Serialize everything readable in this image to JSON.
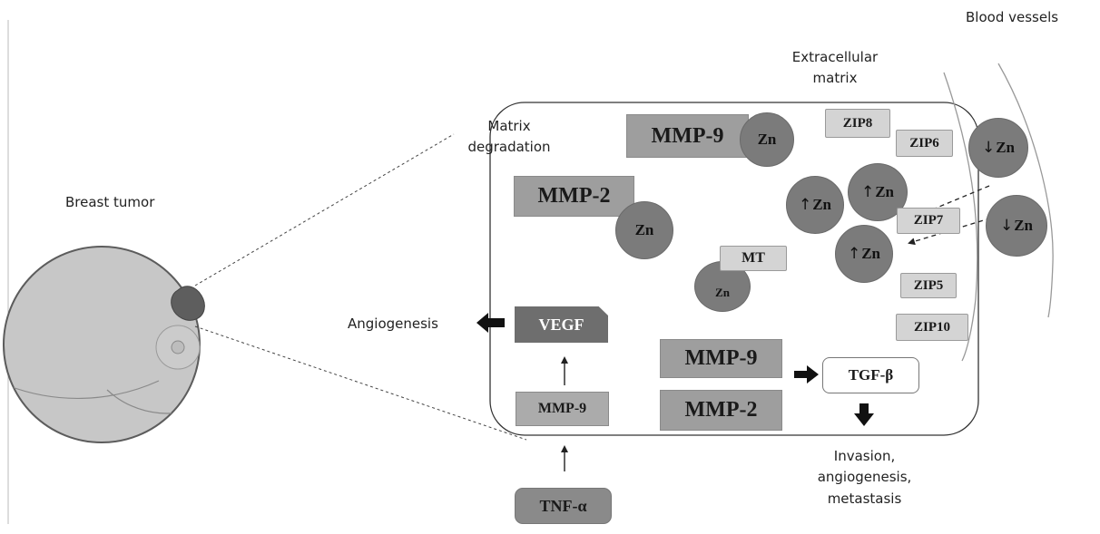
{
  "labels": {
    "breast_tumor": "Breast tumor",
    "matrix_degradation": [
      "Matrix",
      "degradation"
    ],
    "extracellular_matrix": [
      "Extracellular",
      "matrix"
    ],
    "blood_vessels": "Blood vessels",
    "angiogenesis": "Angiogenesis",
    "outcome": [
      "Invasion,",
      "angiogenesis,",
      "metastasis"
    ]
  },
  "enzymes": {
    "mmp9_top": "MMP-9",
    "mmp2_top": "MMP-2",
    "mmp9_mid": "MMP-9",
    "mmp2_mid": "MMP-2",
    "mmp9_low": "MMP-9",
    "vegf": "VEGF",
    "tnf": "TNF-α",
    "tgf": "TGF-β",
    "mt": "MT"
  },
  "transporters": [
    "ZIP8",
    "ZIP6",
    "ZIP7",
    "ZIP5",
    "ZIP10"
  ],
  "zinc": {
    "symbol": "Zn",
    "up": "↑",
    "down": "↓"
  },
  "colors": {
    "enzyme_box": "#9e9e9e",
    "zip_box": "#d4d4d4",
    "zinc_circle": "#7b7b7b",
    "vegf_box": "#6e6e6e",
    "tnf_box": "#8a8a8a"
  }
}
